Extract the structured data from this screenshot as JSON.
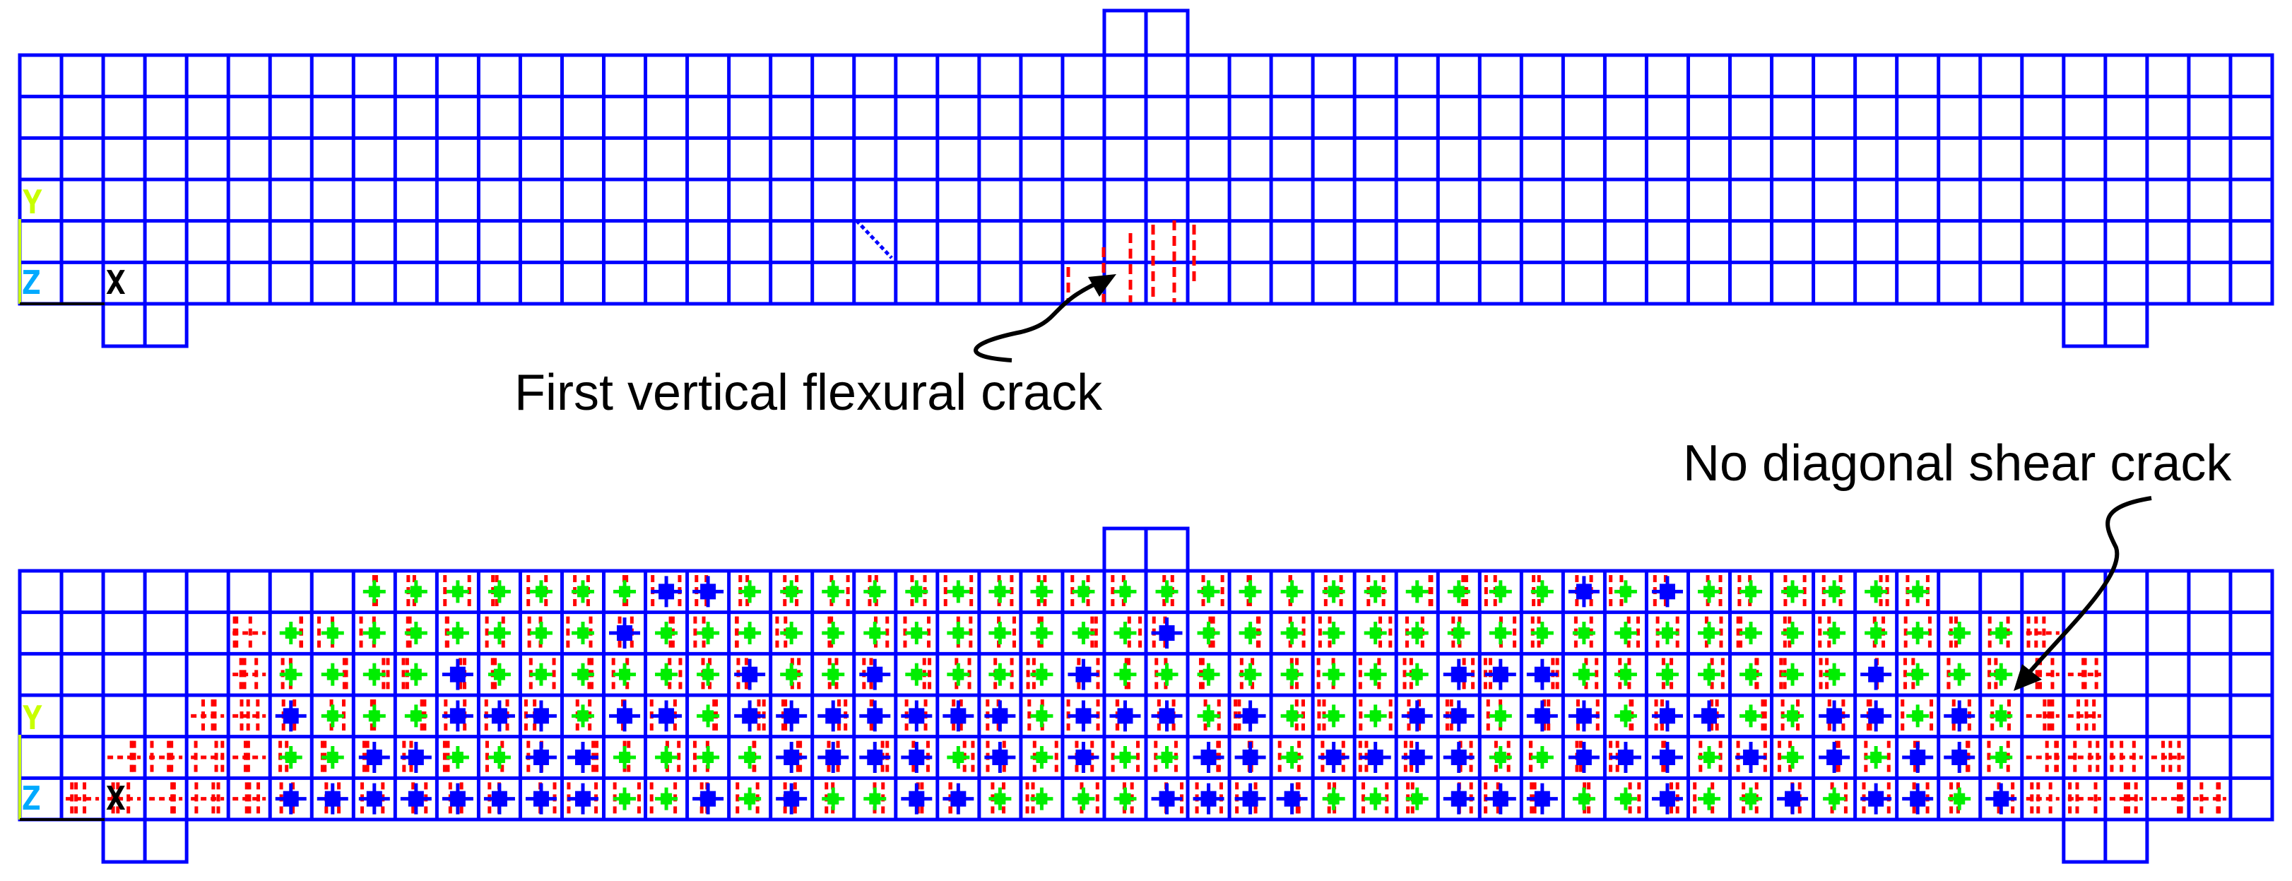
{
  "annotations": {
    "flexural": "First vertical flexural crack",
    "shear": "No diagonal shear crack"
  },
  "axis_triad": {
    "y_label": "Y",
    "z_label": "Z",
    "x_label": "X"
  },
  "colors": {
    "mesh": "#0000ff",
    "crack": "#ff0000",
    "crush": "#00ee00",
    "text": "#000000",
    "axis_y": "#c8ff00",
    "axis_z": "#00aaff",
    "background": "#ffffff"
  },
  "mesh": {
    "columns": 54,
    "rows": 6
  }
}
